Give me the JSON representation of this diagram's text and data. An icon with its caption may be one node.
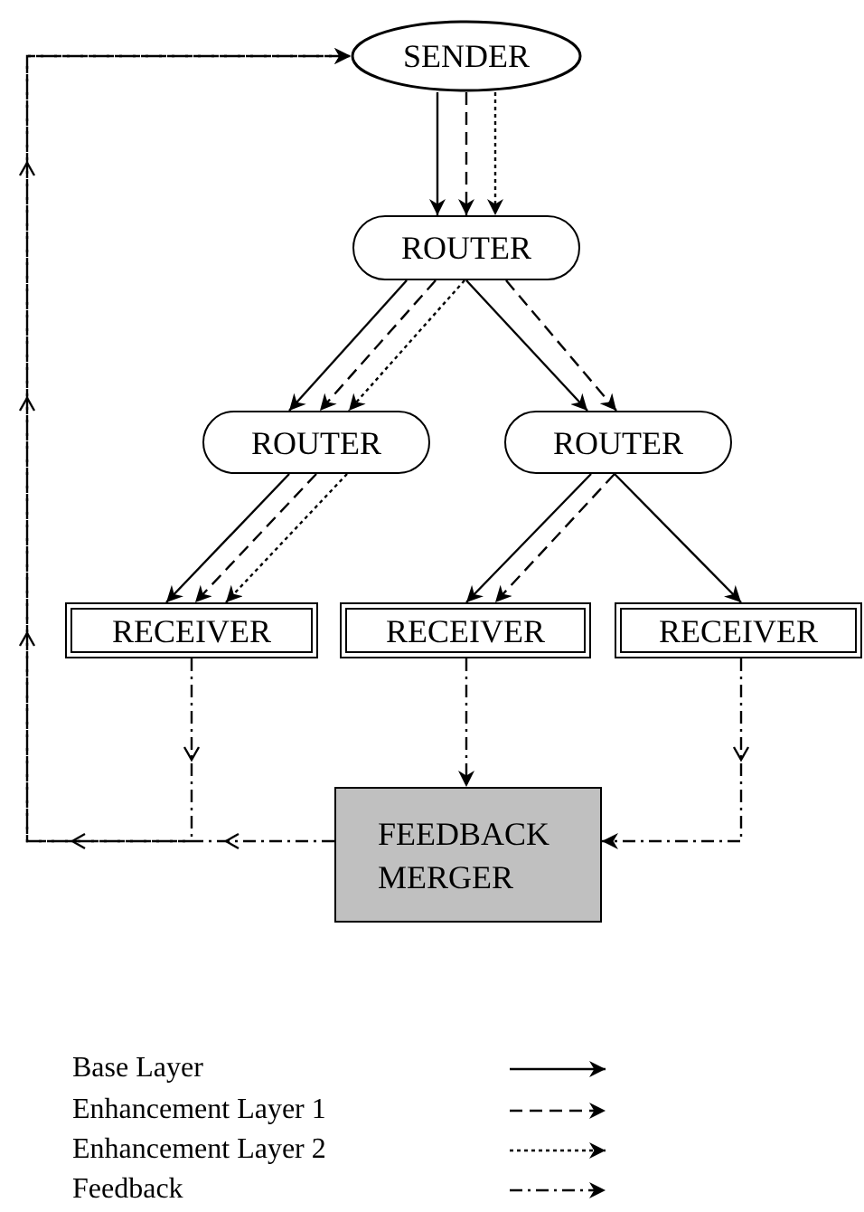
{
  "diagram": {
    "nodes": [
      {
        "text": [
          "SENDER"
        ]
      },
      {
        "text": [
          "ROUTER"
        ]
      },
      {
        "text": [
          "ROUTER"
        ]
      },
      {
        "text": [
          "ROUTER"
        ]
      },
      {
        "text": [
          "RECEIVER"
        ]
      },
      {
        "text": [
          "RECEIVER"
        ]
      },
      {
        "text": [
          "RECEIVER"
        ]
      },
      {
        "text": [
          "FEEDBACK MERGER"
        ]
      }
    ],
    "edges": [
      {
        "from": 0,
        "to": 1,
        "arrow": "to"
      },
      {
        "from": 0,
        "to": 1,
        "arrow": "to",
        "style": "dashed"
      },
      {
        "from": 0,
        "to": 1,
        "arrow": "to",
        "style": "dashed"
      },
      {
        "from": 1,
        "to": 2,
        "arrow": "to"
      },
      {
        "from": 1,
        "to": 2,
        "arrow": "to",
        "style": "dashed"
      },
      {
        "from": 1,
        "to": 2,
        "arrow": "to",
        "style": "dashed"
      },
      {
        "from": 1,
        "to": 3,
        "arrow": "to"
      },
      {
        "from": 1,
        "to": 3,
        "arrow": "to",
        "style": "dashed"
      },
      {
        "from": 2,
        "to": 4,
        "arrow": "to"
      },
      {
        "from": 2,
        "to": 4,
        "arrow": "to",
        "style": "dashed"
      },
      {
        "from": 2,
        "to": 4,
        "arrow": "to",
        "style": "dashed"
      },
      {
        "from": 3,
        "to": 5,
        "arrow": "to"
      },
      {
        "from": 3,
        "to": 5,
        "arrow": "to",
        "style": "dashed"
      },
      {
        "from": 3,
        "to": 6,
        "arrow": "to"
      },
      {
        "from": 4,
        "to": 0,
        "arrow": "to",
        "style": "dashed"
      },
      {
        "from": 5,
        "to": 7,
        "arrow": "to",
        "style": "dashed"
      },
      {
        "from": 6,
        "to": 7,
        "arrow": "to",
        "style": "dashed"
      },
      {
        "from": 7,
        "to": 0,
        "arrow": "to",
        "style": "dashed"
      }
    ],
    "legend": [
      {
        "text": "Base Layer"
      },
      {
        "text": "Enhancement Layer 1"
      },
      {
        "text": "Enhancement Layer 2"
      },
      {
        "text": "Feedback"
      }
    ]
  }
}
